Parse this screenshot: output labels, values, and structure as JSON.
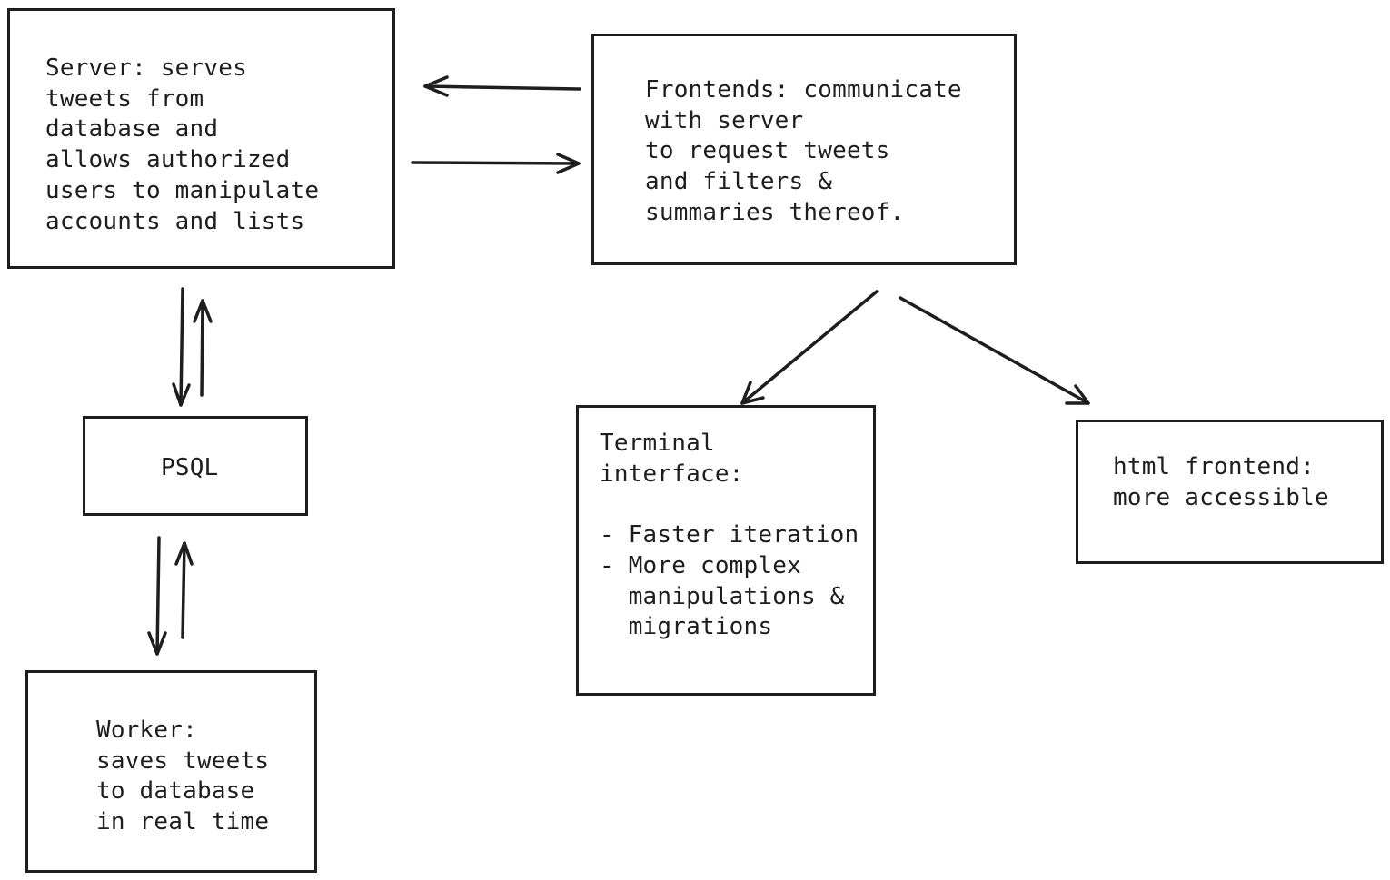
{
  "boxes": {
    "server": "Server: serves\ntweets from\ndatabase and\nallows authorized\nusers to manipulate\naccounts and lists",
    "frontends": "Frontends: communicate\nwith server\nto request tweets\nand filters &\nsummaries thereof.",
    "psql": "PSQL",
    "worker": "Worker:\nsaves tweets\nto database\nin real time",
    "terminal": "Terminal\ninterface:\n\n- Faster iteration\n- More complex\n  manipulations &\n  migrations",
    "html_frontend": "html frontend:\nmore accessible"
  },
  "colors": {
    "stroke": "#1e1e1e",
    "background": "#ffffff"
  }
}
